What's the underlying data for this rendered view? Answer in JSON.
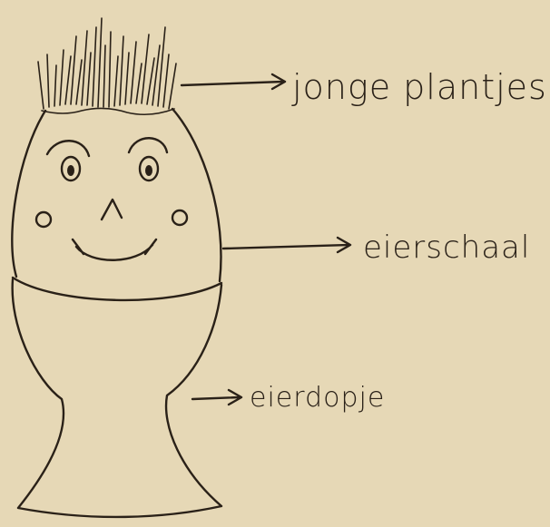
{
  "labels": {
    "plants": "jonge plantjes",
    "shell": "eierschaal",
    "cup": "eierdopje"
  },
  "colors": {
    "paper": "#e6d8b6",
    "ink": "#2a2118"
  }
}
